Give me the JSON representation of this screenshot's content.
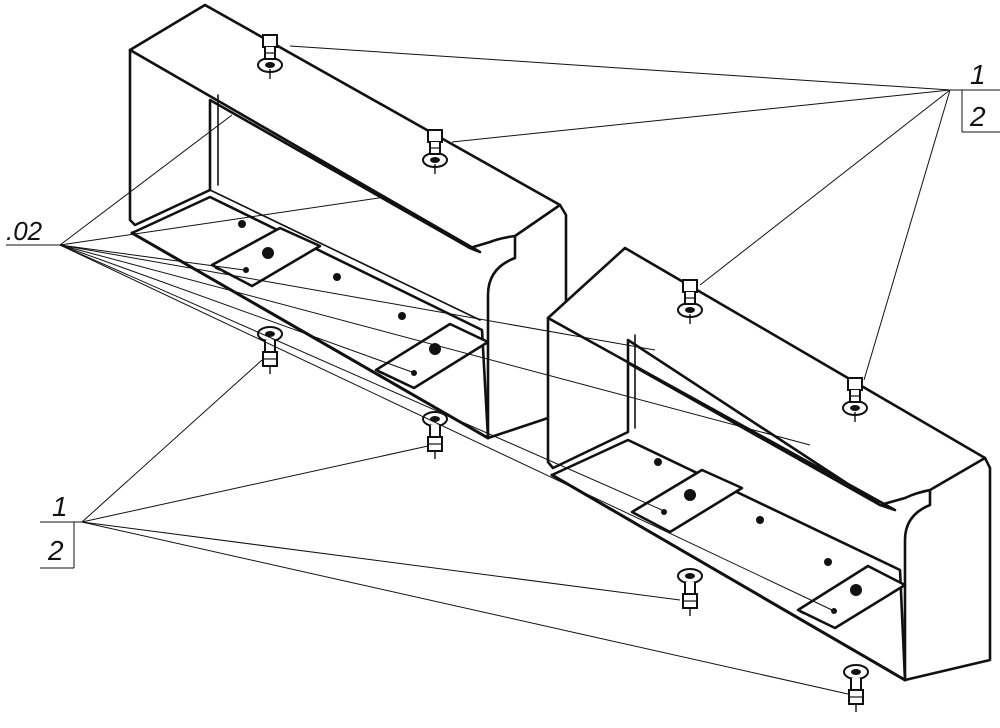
{
  "callouts": {
    "top_right": {
      "upper": "1",
      "lower": "2"
    },
    "bottom_left": {
      "upper": "1",
      "lower": "2"
    },
    "left": {
      "label": ".02"
    }
  }
}
